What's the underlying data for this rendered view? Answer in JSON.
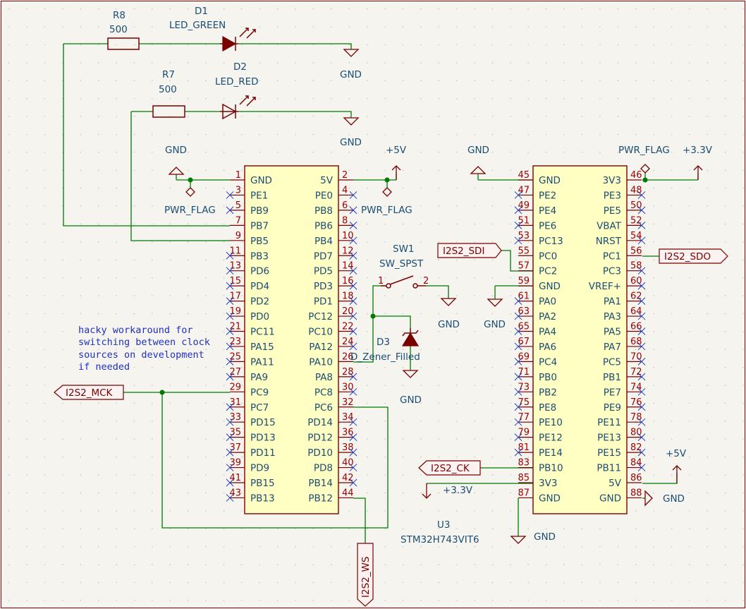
{
  "u3": {
    "ref": "U3",
    "value": "STM32H743VIT6",
    "left_pins": [
      {
        "num": "1",
        "name": "GND",
        "nc": false
      },
      {
        "num": "3",
        "name": "PE1",
        "nc": true
      },
      {
        "num": "5",
        "name": "PB9",
        "nc": true
      },
      {
        "num": "7",
        "name": "PB7",
        "nc": false
      },
      {
        "num": "9",
        "name": "PB5",
        "nc": false
      },
      {
        "num": "11",
        "name": "PB3",
        "nc": true
      },
      {
        "num": "13",
        "name": "PD6",
        "nc": true
      },
      {
        "num": "15",
        "name": "PD4",
        "nc": true
      },
      {
        "num": "17",
        "name": "PD2",
        "nc": true
      },
      {
        "num": "19",
        "name": "PD0",
        "nc": true
      },
      {
        "num": "21",
        "name": "PC11",
        "nc": true
      },
      {
        "num": "23",
        "name": "PA15",
        "nc": true
      },
      {
        "num": "25",
        "name": "PA11",
        "nc": true
      },
      {
        "num": "27",
        "name": "PA9",
        "nc": true
      },
      {
        "num": "29",
        "name": "PC9",
        "nc": false
      },
      {
        "num": "31",
        "name": "PC7",
        "nc": true
      },
      {
        "num": "33",
        "name": "PD15",
        "nc": true
      },
      {
        "num": "35",
        "name": "PD13",
        "nc": true
      },
      {
        "num": "37",
        "name": "PD11",
        "nc": true
      },
      {
        "num": "39",
        "name": "PD9",
        "nc": true
      },
      {
        "num": "41",
        "name": "PB15",
        "nc": true
      },
      {
        "num": "43",
        "name": "PB13",
        "nc": true
      }
    ],
    "right_pins": [
      {
        "num": "2",
        "name": "5V",
        "nc": false
      },
      {
        "num": "4",
        "name": "PE0",
        "nc": true
      },
      {
        "num": "6",
        "name": "PB8",
        "nc": true
      },
      {
        "num": "8",
        "name": "PB6",
        "nc": true
      },
      {
        "num": "10",
        "name": "PB4",
        "nc": true
      },
      {
        "num": "12",
        "name": "PD7",
        "nc": true
      },
      {
        "num": "14",
        "name": "PD5",
        "nc": true
      },
      {
        "num": "16",
        "name": "PD3",
        "nc": true
      },
      {
        "num": "18",
        "name": "PD1",
        "nc": true
      },
      {
        "num": "20",
        "name": "PC12",
        "nc": true
      },
      {
        "num": "22",
        "name": "PC10",
        "nc": true
      },
      {
        "num": "24",
        "name": "PA12",
        "nc": true
      },
      {
        "num": "26",
        "name": "PA10",
        "nc": false
      },
      {
        "num": "28",
        "name": "PA8",
        "nc": true
      },
      {
        "num": "30",
        "name": "PC8",
        "nc": true
      },
      {
        "num": "32",
        "name": "PC6",
        "nc": false
      },
      {
        "num": "34",
        "name": "PD14",
        "nc": true
      },
      {
        "num": "36",
        "name": "PD12",
        "nc": true
      },
      {
        "num": "38",
        "name": "PD10",
        "nc": true
      },
      {
        "num": "40",
        "name": "PD8",
        "nc": true
      },
      {
        "num": "42",
        "name": "PB14",
        "nc": true
      },
      {
        "num": "44",
        "name": "PB12",
        "nc": false
      }
    ]
  },
  "u3b": {
    "left_pins": [
      {
        "num": "45",
        "name": "GND",
        "nc": false
      },
      {
        "num": "47",
        "name": "PE2",
        "nc": true
      },
      {
        "num": "49",
        "name": "PE4",
        "nc": true
      },
      {
        "num": "51",
        "name": "PE6",
        "nc": true
      },
      {
        "num": "53",
        "name": "PC13",
        "nc": true
      },
      {
        "num": "55",
        "name": "PC0",
        "nc": false
      },
      {
        "num": "57",
        "name": "PC2",
        "nc": false
      },
      {
        "num": "59",
        "name": "GND",
        "nc": false
      },
      {
        "num": "61",
        "name": "PA0",
        "nc": true
      },
      {
        "num": "63",
        "name": "PA2",
        "nc": true
      },
      {
        "num": "65",
        "name": "PA4",
        "nc": true
      },
      {
        "num": "67",
        "name": "PA6",
        "nc": true
      },
      {
        "num": "69",
        "name": "PC4",
        "nc": true
      },
      {
        "num": "71",
        "name": "PB0",
        "nc": true
      },
      {
        "num": "73",
        "name": "PB2",
        "nc": true
      },
      {
        "num": "75",
        "name": "PE8",
        "nc": true
      },
      {
        "num": "77",
        "name": "PE10",
        "nc": true
      },
      {
        "num": "79",
        "name": "PE12",
        "nc": true
      },
      {
        "num": "81",
        "name": "PE14",
        "nc": true
      },
      {
        "num": "83",
        "name": "PB10",
        "nc": false
      },
      {
        "num": "85",
        "name": "3V3",
        "nc": false
      },
      {
        "num": "87",
        "name": "GND",
        "nc": false
      }
    ],
    "right_pins": [
      {
        "num": "46",
        "name": "3V3",
        "nc": false
      },
      {
        "num": "48",
        "name": "PE3",
        "nc": true
      },
      {
        "num": "50",
        "name": "PE5",
        "nc": true
      },
      {
        "num": "52",
        "name": "VBAT",
        "nc": true
      },
      {
        "num": "54",
        "name": "NRST",
        "nc": true
      },
      {
        "num": "56",
        "name": "PC1",
        "nc": false
      },
      {
        "num": "58",
        "name": "PC3",
        "nc": true
      },
      {
        "num": "60",
        "name": "VREF+",
        "nc": true
      },
      {
        "num": "62",
        "name": "PA1",
        "nc": true
      },
      {
        "num": "64",
        "name": "PA3",
        "nc": true
      },
      {
        "num": "66",
        "name": "PA5",
        "nc": true
      },
      {
        "num": "68",
        "name": "PA7",
        "nc": true
      },
      {
        "num": "70",
        "name": "PC5",
        "nc": true
      },
      {
        "num": "72",
        "name": "PB1",
        "nc": true
      },
      {
        "num": "74",
        "name": "PE7",
        "nc": true
      },
      {
        "num": "76",
        "name": "PE9",
        "nc": true
      },
      {
        "num": "78",
        "name": "PE11",
        "nc": true
      },
      {
        "num": "80",
        "name": "PE13",
        "nc": true
      },
      {
        "num": "82",
        "name": "PE15",
        "nc": true
      },
      {
        "num": "84",
        "name": "PB11",
        "nc": true
      },
      {
        "num": "86",
        "name": "5V",
        "nc": false
      },
      {
        "num": "88",
        "name": "GND",
        "nc": false
      }
    ]
  },
  "components": {
    "r8_ref": "R8",
    "r8_value": "500",
    "d1_ref": "D1",
    "d1_value": "LED_GREEN",
    "r7_ref": "R7",
    "r7_value": "500",
    "d2_ref": "D2",
    "d2_value": "LED_RED",
    "sw1_ref": "SW1",
    "sw1_value": "SW_SPST",
    "sw1_pin1": "1",
    "sw1_pin2": "2",
    "d3_ref": "D3",
    "d3_value": "D_Zener_Filled"
  },
  "power": {
    "gnd": "GND",
    "plus5v": "+5V",
    "plus3v3": "+3.3V",
    "pwr_flag": "PWR_FLAG"
  },
  "labels": {
    "i2s2_mck": "I2S2_MCK",
    "i2s2_ws": "I2S2_WS",
    "i2s2_sdi": "I2S2_SDI",
    "i2s2_sdo": "I2S2_SDO",
    "i2s2_ck": "I2S2_CK"
  },
  "note_lines": [
    "hacky workaround for",
    "switching between clock",
    "sources on development",
    "if needed"
  ]
}
